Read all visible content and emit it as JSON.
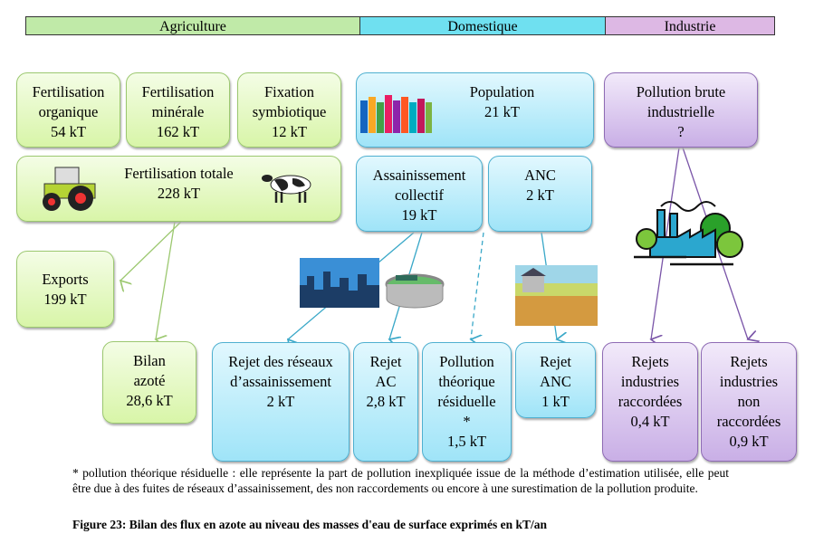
{
  "header": {
    "agriculture": "Agriculture",
    "domestique": "Domestique",
    "industrie": "Industrie"
  },
  "agri": {
    "fert_org": [
      "Fertilisation",
      "organique",
      "54 kT"
    ],
    "fert_min": [
      "Fertilisation",
      "minérale",
      "162 kT"
    ],
    "fixation": [
      "Fixation",
      "symbiotique",
      "12 kT"
    ],
    "fert_tot": [
      "Fertilisation totale",
      "228 kT"
    ],
    "exports": [
      "Exports",
      "199 kT"
    ],
    "bilan": [
      "Bilan",
      "azoté",
      "28,6 kT"
    ]
  },
  "dom": {
    "population": [
      "Population",
      "21 kT"
    ],
    "ac": [
      "Assainissement",
      "collectif",
      "19 kT"
    ],
    "anc": [
      "ANC",
      "2 kT"
    ],
    "rejet_reseaux": [
      "Rejet des réseaux",
      "d’assainissement",
      "2 kT"
    ],
    "rejet_ac": [
      "Rejet",
      "AC",
      "2,8 kT"
    ],
    "pollution_res": [
      "Pollution",
      "théorique",
      "résiduelle",
      "*",
      "1,5 kT"
    ],
    "rejet_anc": [
      "Rejet",
      "ANC",
      "1 kT"
    ]
  },
  "ind": {
    "brute": [
      "Pollution brute",
      "industrielle",
      "?"
    ],
    "racc": [
      "Rejets",
      "industries",
      "raccordées",
      "0,4 kT"
    ],
    "non_racc": [
      "Rejets",
      "industries",
      "non",
      "raccordées",
      "0,9 kT"
    ]
  },
  "footnote": "* pollution théorique résiduelle : elle représente la part de pollution inexpliquée issue de la méthode d’estimation utilisée, elle peut être due à des fuites de réseaux d’assainissement, des non raccordements ou encore à une surestimation de la pollution produite.",
  "caption": "Figure 23: Bilan des flux en azote au niveau des masses d'eau de surface exprimés en kT/an",
  "colors": {
    "agri": "#c0eaa8",
    "dom": "#6fe0f0",
    "ind": "#ddb8e4"
  }
}
